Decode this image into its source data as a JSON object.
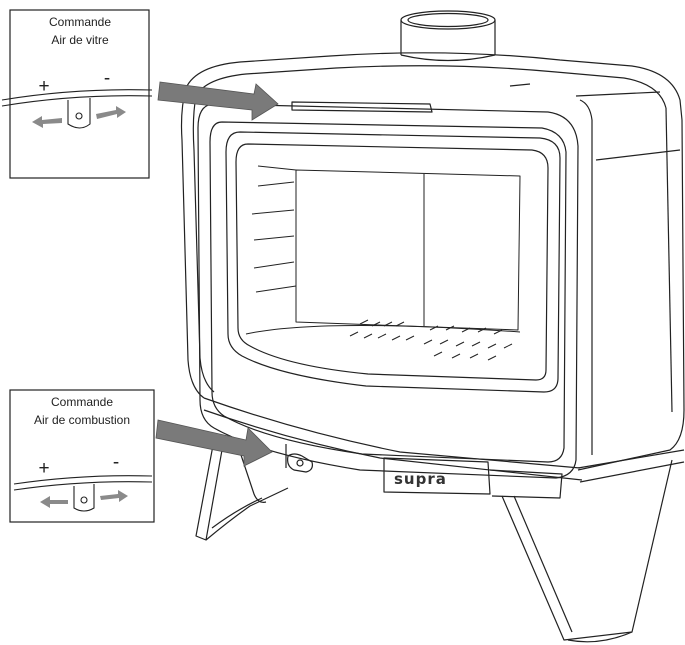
{
  "callouts": {
    "glass_air": {
      "title_line1": "Commande",
      "title_line2": "Air de vitre",
      "plus": "+",
      "minus": "-"
    },
    "combustion_air": {
      "title_line1": "Commande",
      "title_line2": "Air de combustion",
      "plus": "+",
      "minus": "-"
    }
  },
  "stove": {
    "brand": "supra"
  },
  "colors": {
    "line": "#222222",
    "arrow": "#7a7a7a",
    "slider_arrow": "#8a8a8a",
    "background": "#ffffff"
  }
}
